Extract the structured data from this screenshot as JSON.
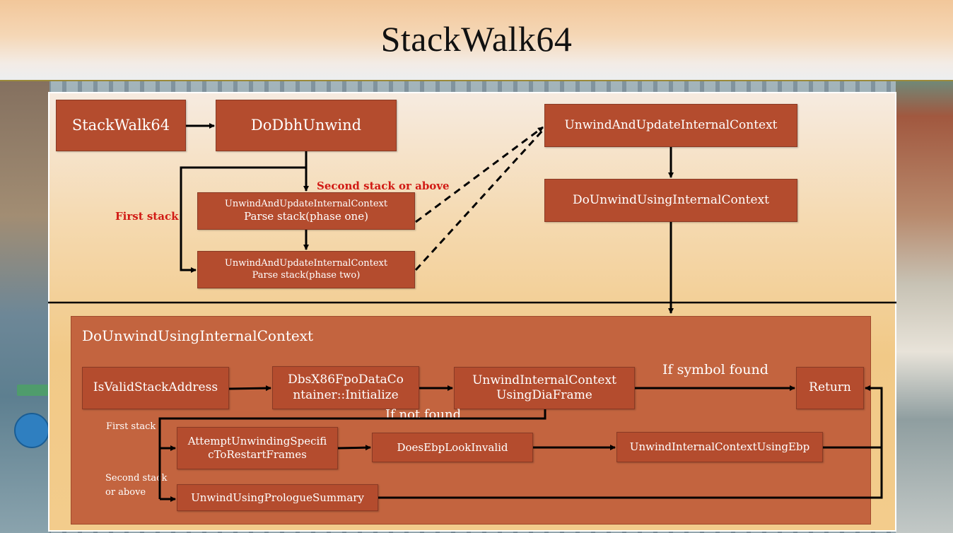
{
  "slide": {
    "title": "StackWalk64"
  },
  "top_flow": {
    "stackwalk64": "StackWalk64",
    "dodbhunwind": "DoDbhUnwind",
    "phase_one": {
      "line1": "UnwindAndUpdateInternalContext",
      "line2": "Parse stack(phase one)"
    },
    "phase_two": {
      "line1": "UnwindAndUpdateInternalContext",
      "line2": "Parse stack(phase two)"
    },
    "label_first_stack": "First stack",
    "label_second_stack": "Second stack or above",
    "unwind_and_update": "UnwindAndUpdateInternalContext",
    "do_unwind_using_internal_context": "DoUnwindUsingInternalContext"
  },
  "detail_panel": {
    "title": "DoUnwindUsingInternalContext",
    "is_valid_stack_address": "IsValidStackAddress",
    "fpo_initialize": {
      "line1": "DbsX86FpoDataCo",
      "line2": "ntainer::Initialize"
    },
    "unwind_dia_frame": {
      "line1": "UnwindInternalContext",
      "line2": "UsingDiaFrame"
    },
    "label_if_symbol_found": "If symbol found",
    "return": "Return",
    "label_if_not_found": "If not found",
    "label_first_stack": "First stack",
    "label_second_stack": {
      "line1": "Second stack",
      "line2": "or above"
    },
    "attempt_restart": {
      "line1": "AttemptUnwindingSpecifi",
      "line2": "cToRestartFrames"
    },
    "does_ebp_look_invalid": "DoesEbpLookInvalid",
    "unwind_using_ebp": "UnwindInternalContextUsingEbp",
    "unwind_prologue": "UnwindUsingPrologueSummary"
  },
  "colors": {
    "box_fill": "#b44c2e",
    "panel_fill": "#c3643f",
    "label_red": "#d11a14"
  }
}
